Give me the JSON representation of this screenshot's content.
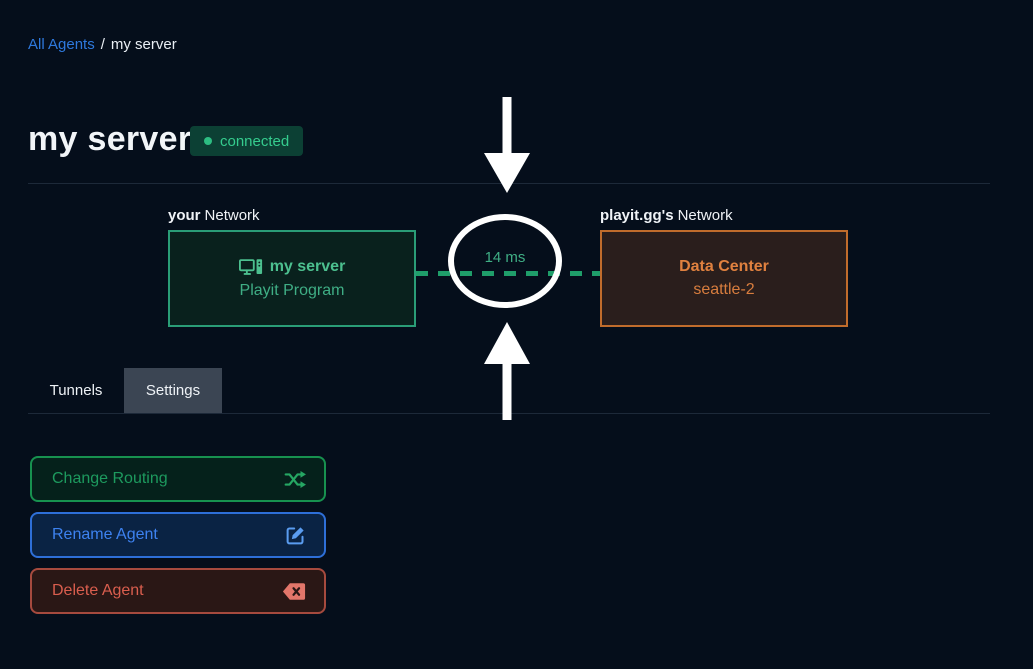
{
  "breadcrumb": {
    "all_agents": "All Agents",
    "separator": "/",
    "current": "my server"
  },
  "header": {
    "title": "my server",
    "status_badge": "connected"
  },
  "diagram": {
    "left_network_owner": "your",
    "left_network_word": "Network",
    "left_box_title": "my server",
    "left_box_subtitle": "Playit Program",
    "right_network_owner": "playit.gg's",
    "right_network_word": "Network",
    "right_box_title": "Data Center",
    "right_box_subtitle": "seattle-2",
    "latency": "14 ms"
  },
  "tabs": [
    {
      "label": "Tunnels",
      "active": false
    },
    {
      "label": "Settings",
      "active": true
    }
  ],
  "actions": [
    {
      "label": "Change Routing",
      "icon": "shuffle-icon"
    },
    {
      "label": "Rename Agent",
      "icon": "edit-icon"
    },
    {
      "label": "Delete Agent",
      "icon": "backspace-icon"
    }
  ],
  "icons": {
    "computer": "computer-icon",
    "shuffle": "shuffle-icon",
    "edit": "edit-icon",
    "backspace": "backspace-icon",
    "status_dot": "status-dot-icon"
  },
  "colors": {
    "background": "#050e1b",
    "breadcrumb_link": "#2e79dd",
    "badge_bg": "#0c4034",
    "badge_text": "#35cc8e",
    "agent_green": "#2a9d77",
    "datacenter_orange": "#c06c2c",
    "latency_line_green": "#1f9e6a",
    "action_green": "#1d9a5e",
    "action_blue": "#3d82f0",
    "action_red": "#da5e4e",
    "active_tab_bg": "#3b4553"
  }
}
